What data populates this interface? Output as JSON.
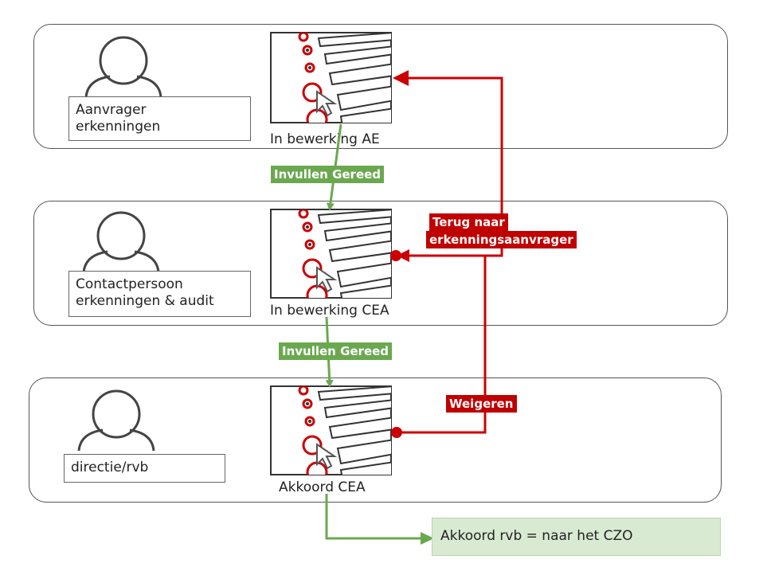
{
  "lanes": [
    {
      "role": [
        "Aanvrager",
        "erkenningen"
      ],
      "state": "In bewerking AE"
    },
    {
      "role": [
        "Contactpersoon",
        "erkenningen & audit"
      ],
      "state": "In bewerking CEA"
    },
    {
      "role": [
        "directie/rvb"
      ],
      "state": "Akkoord CEA"
    }
  ],
  "transitions": {
    "submit_1": "Invullen Gereed",
    "submit_2": "Invullen Gereed",
    "return_line1": "Terug naar",
    "return_line2": "erkenningsaanvrager",
    "reject": "Weigeren"
  },
  "result": "Akkoord rvb  = naar het CZO",
  "icons": {
    "person": "person-icon",
    "form": "form-document-icon",
    "cursor": "cursor-icon"
  },
  "colors": {
    "green": "#6aa84f",
    "red": "#cc0000",
    "result_bg": "#d9ead3"
  }
}
